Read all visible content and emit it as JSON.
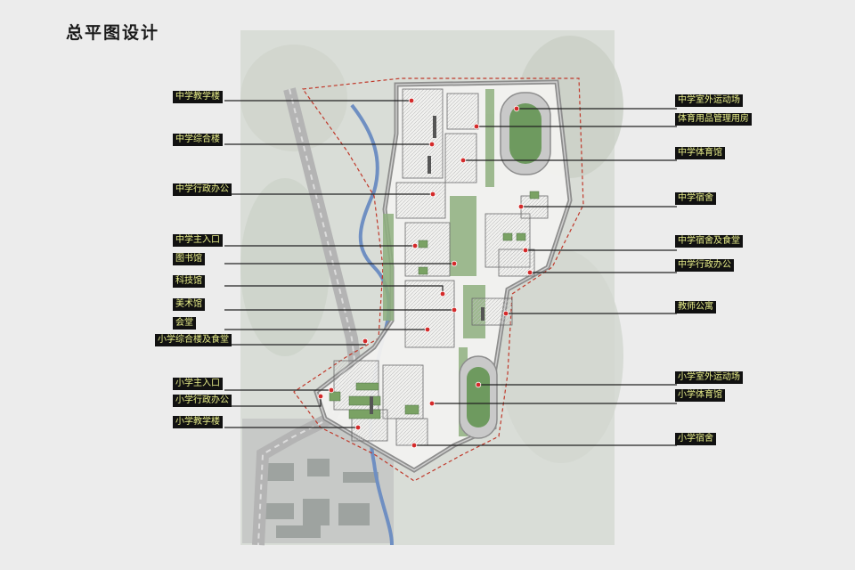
{
  "page": {
    "title": "总平图设计"
  },
  "colors": {
    "label_bg": "#111111",
    "label_text": "#e9ef8a",
    "marker": "#d42a2a",
    "boundary": "#c0392b",
    "river": "#6f8fc2",
    "road": "#b4b4b4",
    "field": "#6e9a5f"
  },
  "labels_left": [
    {
      "id": "ms-teaching",
      "text": "中学教学楼"
    },
    {
      "id": "ms-complex",
      "text": "中学综合楼"
    },
    {
      "id": "ms-admin",
      "text": "中学行政办公"
    },
    {
      "id": "ms-entrance",
      "text": "中学主入口"
    },
    {
      "id": "library",
      "text": "图书馆"
    },
    {
      "id": "science",
      "text": "科技馆"
    },
    {
      "id": "art",
      "text": "美术馆"
    },
    {
      "id": "auditorium",
      "text": "会堂"
    },
    {
      "id": "ps-complex-canteen",
      "text": "小学综合楼及食堂"
    },
    {
      "id": "ps-entrance",
      "text": "小学主入口"
    },
    {
      "id": "ps-admin",
      "text": "小学行政办公"
    },
    {
      "id": "ps-teaching",
      "text": "小学教学楼"
    }
  ],
  "labels_right": [
    {
      "id": "ms-sports-field",
      "text": "中学室外运动场"
    },
    {
      "id": "sports-equipment",
      "text": "体育用品管理用房"
    },
    {
      "id": "ms-gym",
      "text": "中学体育馆"
    },
    {
      "id": "ms-dorm",
      "text": "中学宿舍"
    },
    {
      "id": "ms-dorm-canteen",
      "text": "中学宿舍及食堂"
    },
    {
      "id": "ms-admin-2",
      "text": "中学行政办公"
    },
    {
      "id": "teacher-apartment",
      "text": "教师公寓"
    },
    {
      "id": "ps-sports-field",
      "text": "小学室外运动场"
    },
    {
      "id": "ps-gym",
      "text": "小学体育馆"
    },
    {
      "id": "ps-dorm",
      "text": "小学宿舍"
    }
  ]
}
